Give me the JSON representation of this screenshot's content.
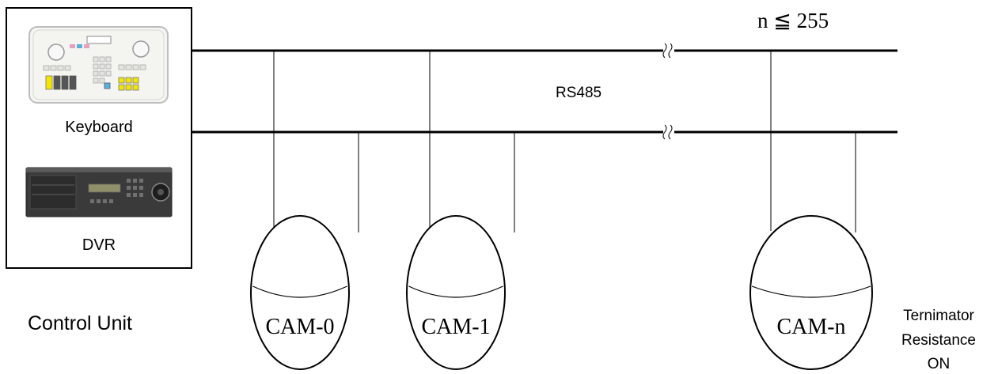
{
  "control_unit": {
    "label": "Control Unit",
    "keyboard_label": "Keyboard",
    "dvr_label": "DVR"
  },
  "bus": {
    "label": "RS485",
    "count_note": "n ≦ 255"
  },
  "cameras": [
    {
      "label": "CAM-0"
    },
    {
      "label": "CAM-1"
    },
    {
      "label": "CAM-n"
    }
  ],
  "terminator": {
    "line1": "Ternimator",
    "line2": "Resistance",
    "line3": "ON"
  },
  "colors": {
    "line": "#000000",
    "keyboard_yellow": "#f2e600",
    "keyboard_blue": "#5ab0d8",
    "keyboard_pink": "#e8a0c0",
    "dvr_body": "#3a3a3a"
  }
}
